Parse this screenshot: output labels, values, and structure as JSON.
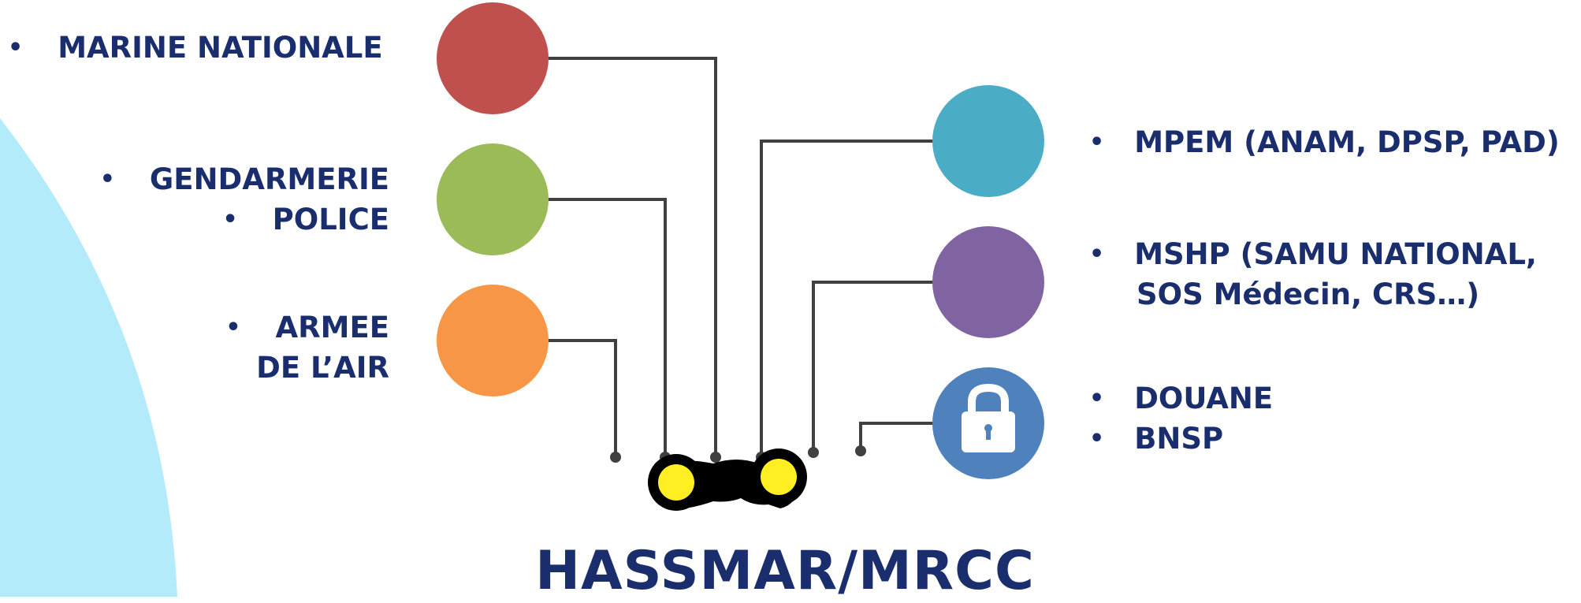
{
  "title": "HASSMAR/MRCC",
  "bullet": "•",
  "colors": {
    "background_arc": "#b3ebfa",
    "text": "#1a2e6e",
    "connector": "#404040",
    "marine_nationale": "#c0504d",
    "gendarmerie_police": "#9bbb59",
    "armee_de_lair": "#f79646",
    "mpem": "#4bacc6",
    "mshp": "#8064a2",
    "douane_bnsp": "#4f81bd",
    "binocular_lens": "#ffee22"
  },
  "icons": {
    "hub": "binoculars-icon",
    "douane_bnsp": "padlock-icon"
  },
  "nodes": {
    "marine_nationale": {
      "lines": [
        "MARINE NATIONALE"
      ]
    },
    "gendarmerie_police": {
      "lines": [
        "GENDARMERIE",
        "POLICE"
      ]
    },
    "armee_de_lair": {
      "lines": [
        "ARMEE",
        "DE L’AIR"
      ]
    },
    "mpem": {
      "lines": [
        "MPEM (ANAM, DPSP, PAD)"
      ]
    },
    "mshp": {
      "lines": [
        "MSHP (SAMU NATIONAL,",
        "SOS Médecin, CRS…)"
      ]
    },
    "douane_bnsp": {
      "lines": [
        "DOUANE",
        "BNSP"
      ]
    }
  }
}
